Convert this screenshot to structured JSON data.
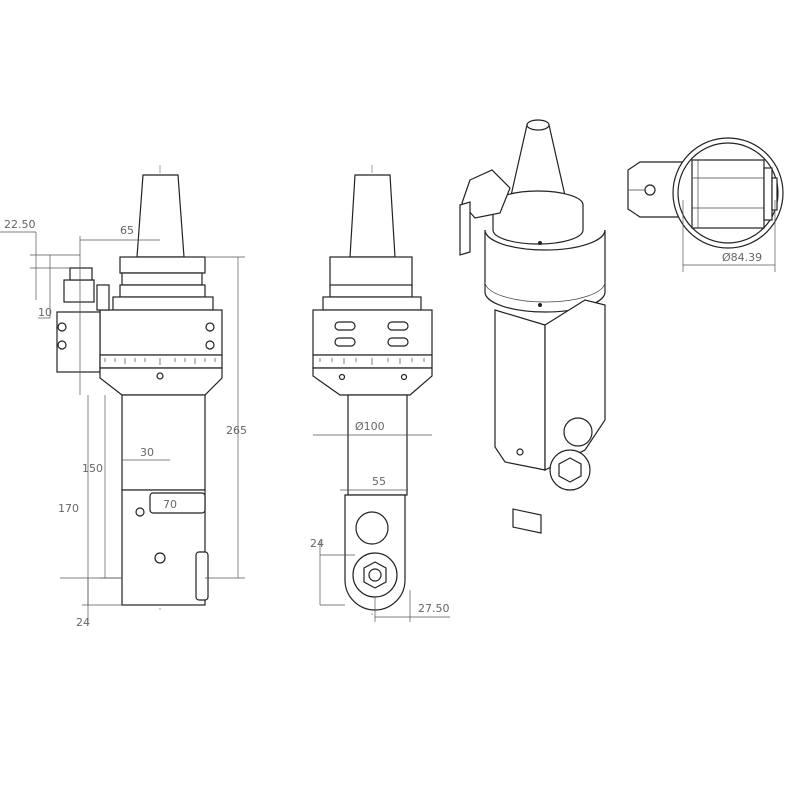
{
  "title": "Angle head technical drawing",
  "dimensions": {
    "offset_top": "22.50",
    "clamp_offset": "65",
    "clamp_height": "10",
    "total_height": "265",
    "arm_width": "30",
    "arm_length": "150",
    "body_length": "170",
    "label_plate": "70",
    "spindle_offset_left": "24",
    "body_diameter": "Ø100",
    "arm_width_front": "55",
    "spindle_offset_front": "24",
    "spindle_lateral": "27.50",
    "top_diameter": "Ø84.39"
  }
}
